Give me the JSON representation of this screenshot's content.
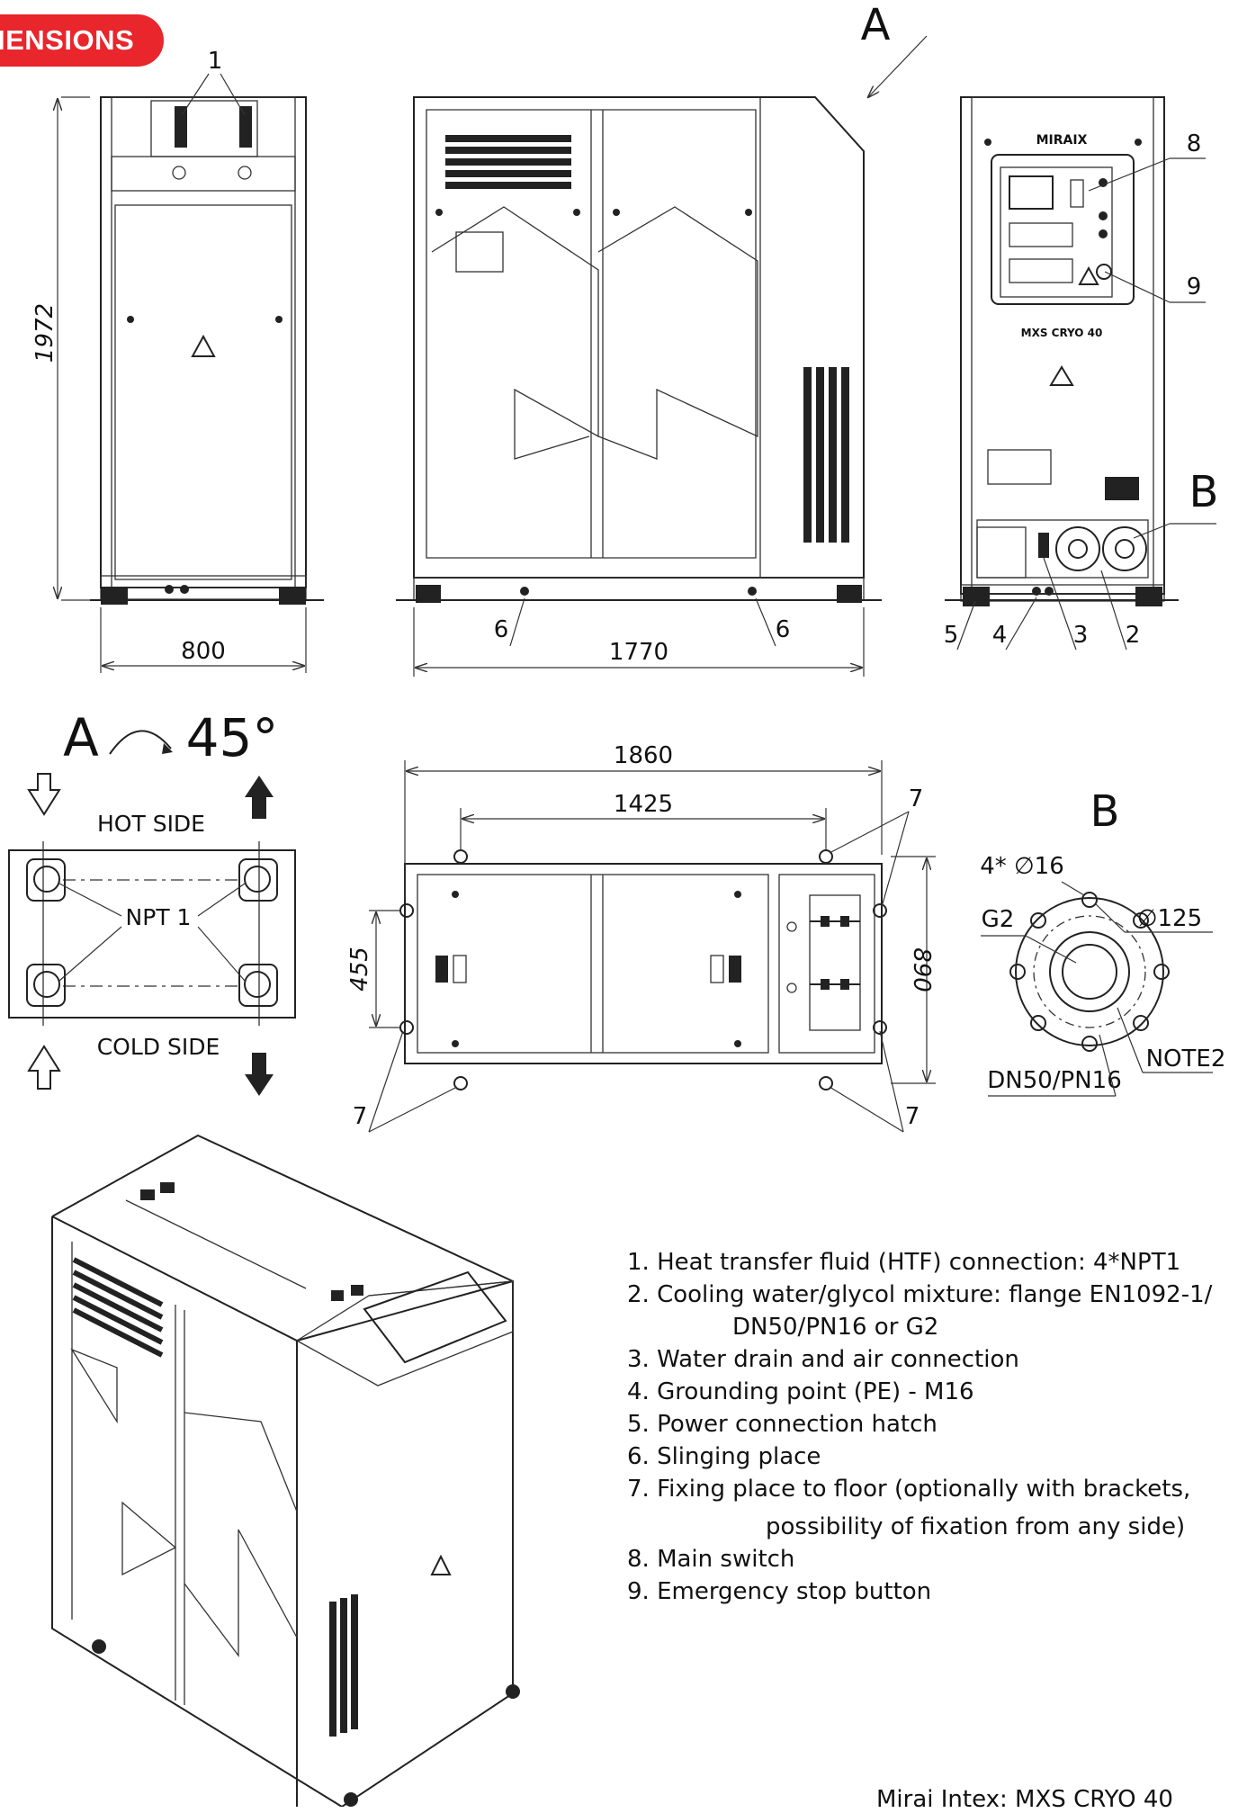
{
  "header": {
    "badge": "IENSIONS"
  },
  "views": {
    "side_view": {
      "height_dim": "1972",
      "width_dim": "800",
      "callout": "1"
    },
    "front_view": {
      "view_label": "A",
      "width_dim": "1770",
      "callouts": [
        "6",
        "6"
      ]
    },
    "control_view": {
      "brand": "MIRAIX",
      "model": "MXS CRYO 40",
      "callouts": [
        "8",
        "9",
        "5",
        "4",
        "3",
        "2"
      ],
      "detail_label": "B"
    }
  },
  "rotation": {
    "label": "A",
    "angle": "45°"
  },
  "connection_diagram": {
    "hot": "HOT SIDE",
    "cold": "COLD SIDE",
    "npt": "NPT 1"
  },
  "top_view": {
    "dims": [
      "1860",
      "1425",
      "455",
      "890"
    ],
    "callouts": [
      "7",
      "7",
      "7"
    ]
  },
  "detail_b": {
    "title": "B",
    "holes": "4* ∅16",
    "g2": "G2",
    "diameter": "∅125",
    "note": "NOTE2",
    "flange": "DN50/PN16"
  },
  "legend": [
    "1. Heat transfer fluid (HTF) connection: 4*NPT1",
    "2. Cooling water/glycol mixture: flange EN1092-1/",
    "DN50/PN16 or G2",
    "3. Water drain and air connection",
    "4. Grounding point (PE) - M16",
    "5. Power connection hatch",
    "6. Slinging place",
    "7. Fixing place to floor (optionally with brackets,",
    "possibility of fixation from any side)",
    "8. Main switch",
    "9. Emergency stop button"
  ],
  "footer": "Mirai Intex: MXS CRYO 40"
}
